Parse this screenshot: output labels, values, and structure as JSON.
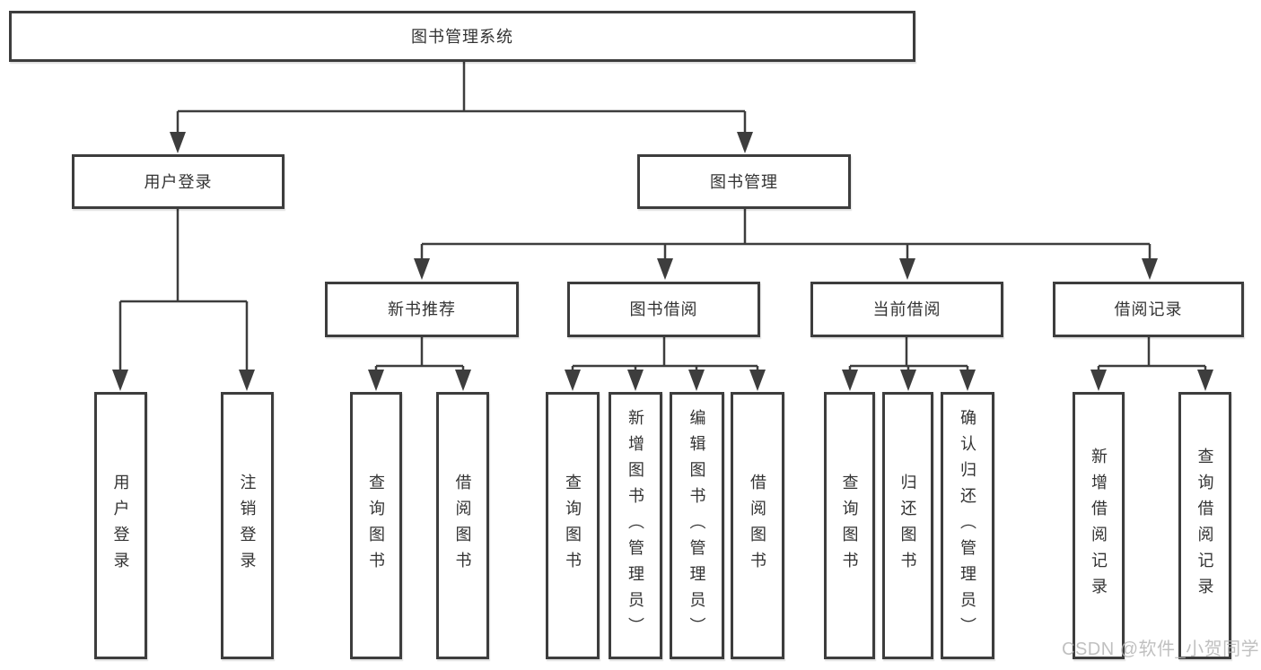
{
  "nodes": {
    "root": "图书管理系统",
    "branches": [
      "用户登录",
      "图书管理"
    ],
    "modules": [
      "新书推荐",
      "图书借阅",
      "当前借阅",
      "借阅记录"
    ],
    "leaves_user_login": [
      "用户登录",
      "注销登录"
    ],
    "leaves_new_book": [
      "查询图书",
      "借阅图书"
    ],
    "leaves_book_borrow": [
      "查询图书",
      "新增图书（管理员）",
      "编辑图书（管理员）",
      "借阅图书"
    ],
    "leaves_current_borrow": [
      "查询图书",
      "归还图书",
      "确认归还（管理员）"
    ],
    "leaves_borrow_record": [
      "新增借阅记录",
      "查询借阅记录"
    ]
  },
  "watermark": "CSDN @软件_小贺同学",
  "colors": {
    "line": "#3d3d3d",
    "text": "#333333",
    "watermark": "#b6b6b6",
    "background": "#ffffff"
  }
}
